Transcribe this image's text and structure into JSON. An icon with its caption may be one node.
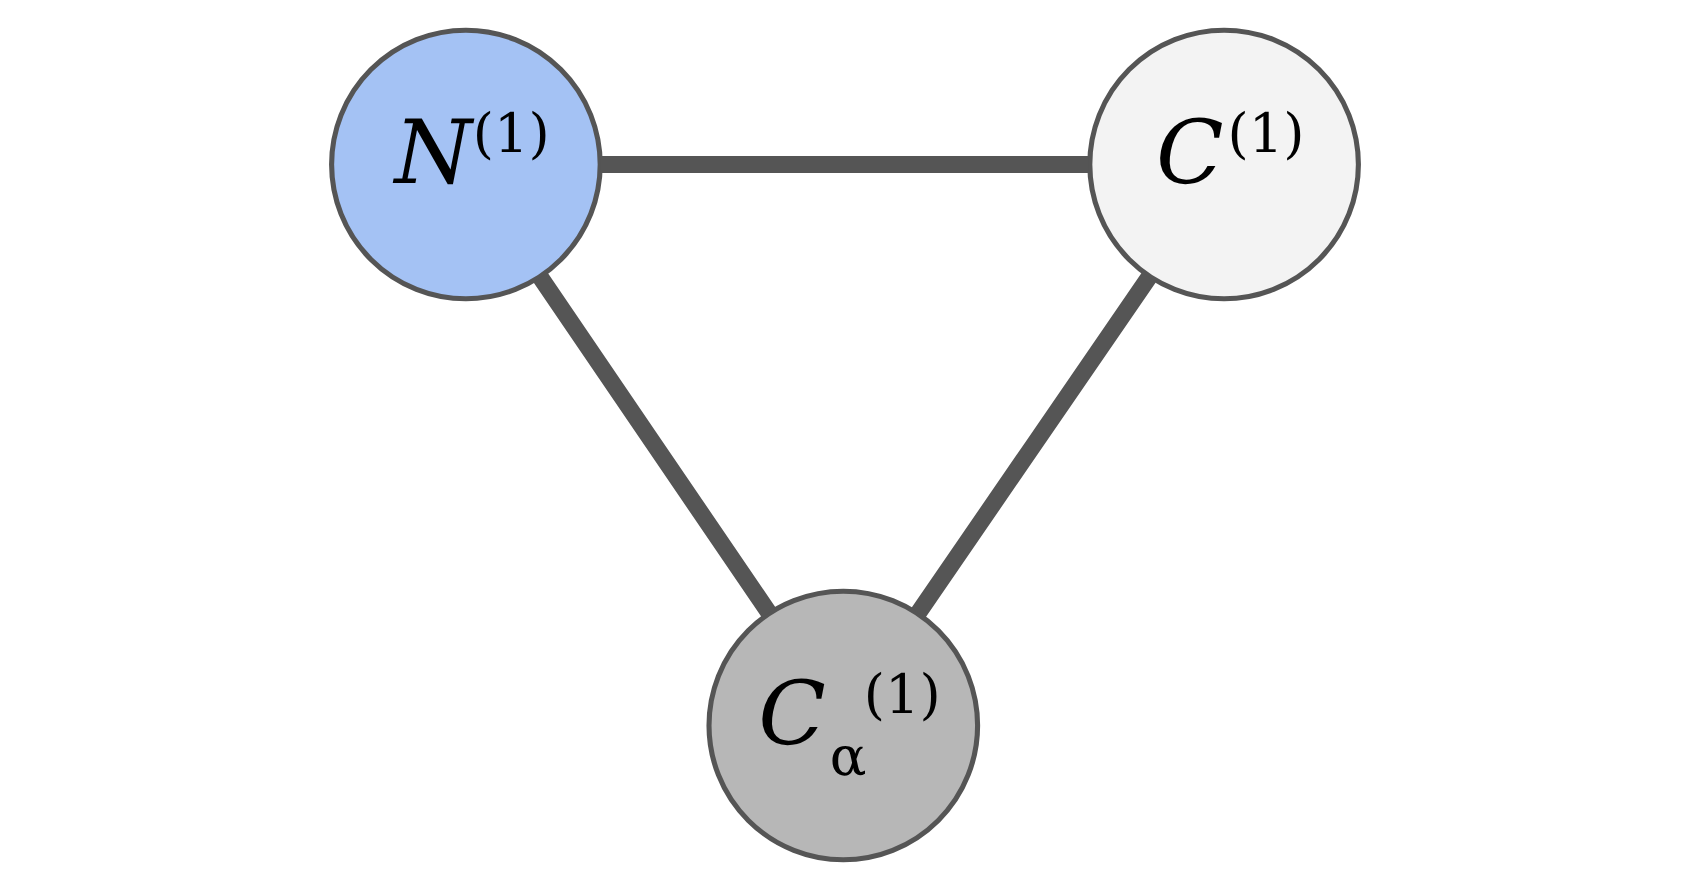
{
  "diagram": {
    "nodes": [
      {
        "text": [
          "N$^{(1)}$"
        ]
      },
      {
        "text": [
          "C$^{(1)}$"
        ]
      },
      {
        "text": [
          "C$_{α}$$^{(1)}$"
        ]
      }
    ],
    "edges": [
      {
        "from": 0,
        "to": 1,
        "arrow": "none"
      },
      {
        "from": 0,
        "to": 2,
        "arrow": "none"
      },
      {
        "from": 2,
        "to": 1,
        "arrow": "none"
      }
    ]
  }
}
